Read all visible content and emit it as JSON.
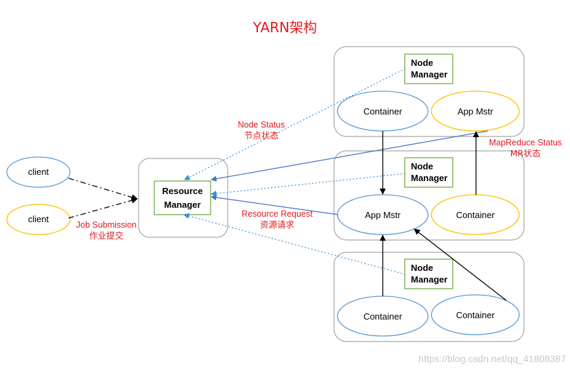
{
  "title": "YARN架构",
  "resource_manager": {
    "line1": "Resource",
    "line2": "Manager"
  },
  "clients": [
    "client",
    "client"
  ],
  "node_manager": {
    "line1": "Node",
    "line2": "Manager"
  },
  "nodes": [
    {
      "left_item": "Container",
      "right_item": "App Mstr"
    },
    {
      "left_item": "App Mstr",
      "right_item": "Container"
    },
    {
      "left_item": "Container",
      "right_item": "Container"
    }
  ],
  "annotations": {
    "node_status_en": "Node Status",
    "node_status_cn": "节点状态",
    "job_submission_en": "Job Submission",
    "job_submission_cn": "作业提交",
    "resource_request_en": "Resource Request",
    "resource_request_cn": "资源请求",
    "mapreduce_status_en": "MapReduce Status",
    "mapreduce_status_cn": "MR状态"
  },
  "watermark": "https://blog.csdn.net/qq_41808387",
  "colors": {
    "title_red": "#e0191f",
    "annotation_red": "#e0191f",
    "blue_arrow": "#4472c4",
    "dotted_arrow": "#3b8fd0",
    "container_blue": "#5b9bd5",
    "app_master_yellow": "#ffc000",
    "node_manager_green": "#70ad47",
    "panel_gray": "#a6a6a6"
  }
}
